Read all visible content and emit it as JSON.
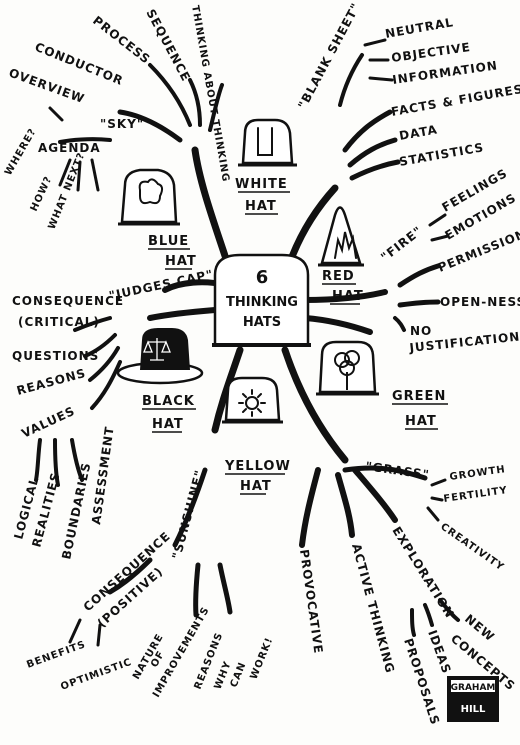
{
  "center": {
    "number": "6",
    "line1": "THINKING",
    "line2": "HATS"
  },
  "hats": {
    "white": {
      "line1": "WHITE",
      "line2": "HAT"
    },
    "red": {
      "line1": "RED",
      "line2": "HAT"
    },
    "green": {
      "line1": "GREEN",
      "line2": "HAT"
    },
    "yellow": {
      "line1": "YELLOW",
      "line2": "HAT"
    },
    "black": {
      "line1": "BLACK",
      "line2": "HAT"
    },
    "blue": {
      "line1": "BLUE",
      "line2": "HAT"
    }
  },
  "blue": {
    "tag": "\"SKY\"",
    "process": "PROCESS",
    "sequence": "SEQUENCE",
    "thinking_about_thinking": "THINKING ABOUT THINKING",
    "conductor": "CONDUCTOR",
    "overview": "OVERVIEW",
    "agenda": "AGENDA",
    "where": "WHERE?",
    "how": "HOW?",
    "what_next": "WHAT NEXT?"
  },
  "white": {
    "tag": "\"BLANK SHEET\"",
    "neutral": "NEUTRAL",
    "objective": "OBJECTIVE",
    "information": "INFORMATION",
    "facts": "FACTS & FIGURES",
    "data": "DATA",
    "statistics": "STATISTICS"
  },
  "red": {
    "tag": "\"FIRE\"",
    "feelings": "FEELINGS",
    "emotions": "EMOTIONS",
    "permission": "PERMISSION",
    "openness": "OPEN-NESS",
    "no": "NO",
    "justifications": "JUSTIFICATIONS"
  },
  "black": {
    "tag": "\"JUDGES CAP\"",
    "consequence": "CONSEQUENCE",
    "critical": "(CRITICAL)",
    "questions": "QUESTIONS",
    "reasons": "REASONS",
    "values": "VALUES",
    "logical": "LOGICAL",
    "realities": "REALITIES",
    "boundaries": "BOUNDARIES",
    "assessment": "ASSESSMENT"
  },
  "yellow": {
    "tag": "\"SUNSHINE\"",
    "consequence": "CONSEQUENCE",
    "positive": "(POSITIVE)",
    "benefits": "BENEFITS",
    "optimistic": "OPTIMISTIC",
    "nature": "NATURE",
    "of": "OF",
    "improvements": "IMPROVEMENTS",
    "reasons": "REASONS",
    "why": "WHY",
    "can": "CAN",
    "work": "WORK!"
  },
  "green": {
    "tag": "\"GRASS\"",
    "growth": "GROWTH",
    "fertility": "FERTILITY",
    "creativity": "CREATIVITY",
    "provocative": "PROVOCATIVE",
    "active_thinking": "ACTIVE THINKING",
    "exploration": "EXPLORATION",
    "new": "NEW",
    "concepts": "CONCEPTS",
    "ideas": "IDEAS",
    "proposals": "PROPOSALS"
  },
  "signature": {
    "line1": "GRAHAM",
    "line2": "HILL"
  }
}
